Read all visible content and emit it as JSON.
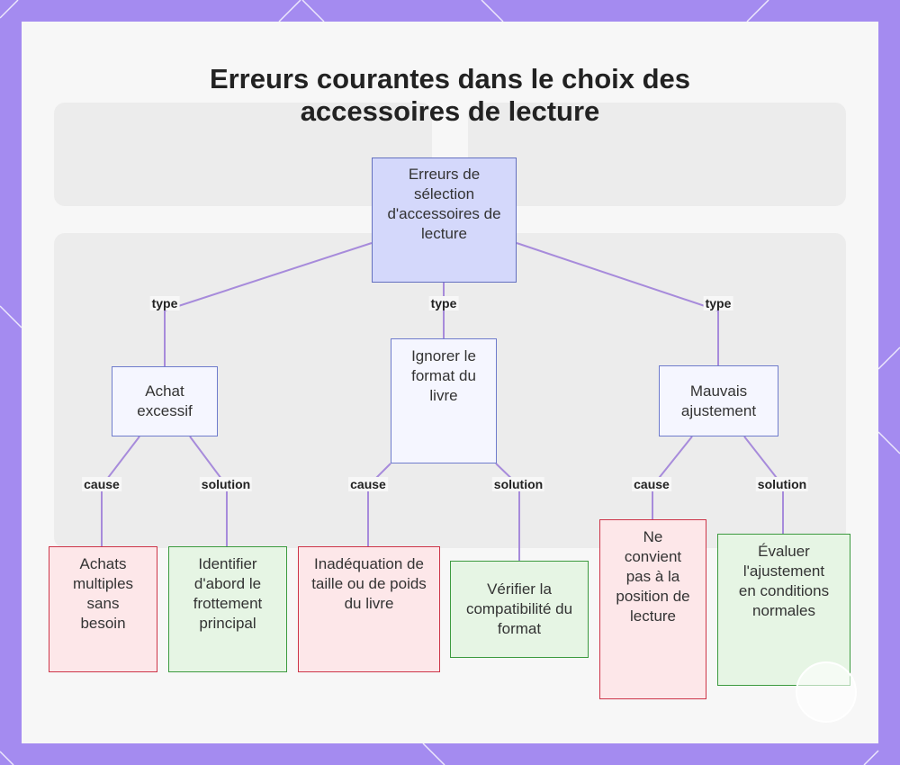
{
  "title": {
    "line1": "Erreurs courantes dans le choix des",
    "line2": "accessoires de lecture"
  },
  "nodes": {
    "root": "Erreurs de sélection d'accessoires de lecture",
    "achat": "Achat excessif",
    "format": "Ignorer le format du livre",
    "ajustement": "Mauvais ajustement",
    "achat_cause": "Achats multiples sans besoin",
    "achat_solution": "Identifier d'abord le frottement principal",
    "format_cause": "Inadéquation de taille ou de poids du livre",
    "format_solution": "Vérifier la compatibilité du format",
    "ajustement_cause": "Ne convient pas à la position de lecture",
    "ajustement_solution": "Évaluer l'ajustement en conditions normales"
  },
  "edge_labels": {
    "type": "type",
    "cause": "cause",
    "solution": "solution"
  },
  "colors": {
    "background": "#a48bf0",
    "card": "#f7f7f7",
    "edge": "#a78bdb",
    "root_fill": "#d4d8fb",
    "cause_border": "#cd3548",
    "solution_border": "#3c9a3f"
  }
}
